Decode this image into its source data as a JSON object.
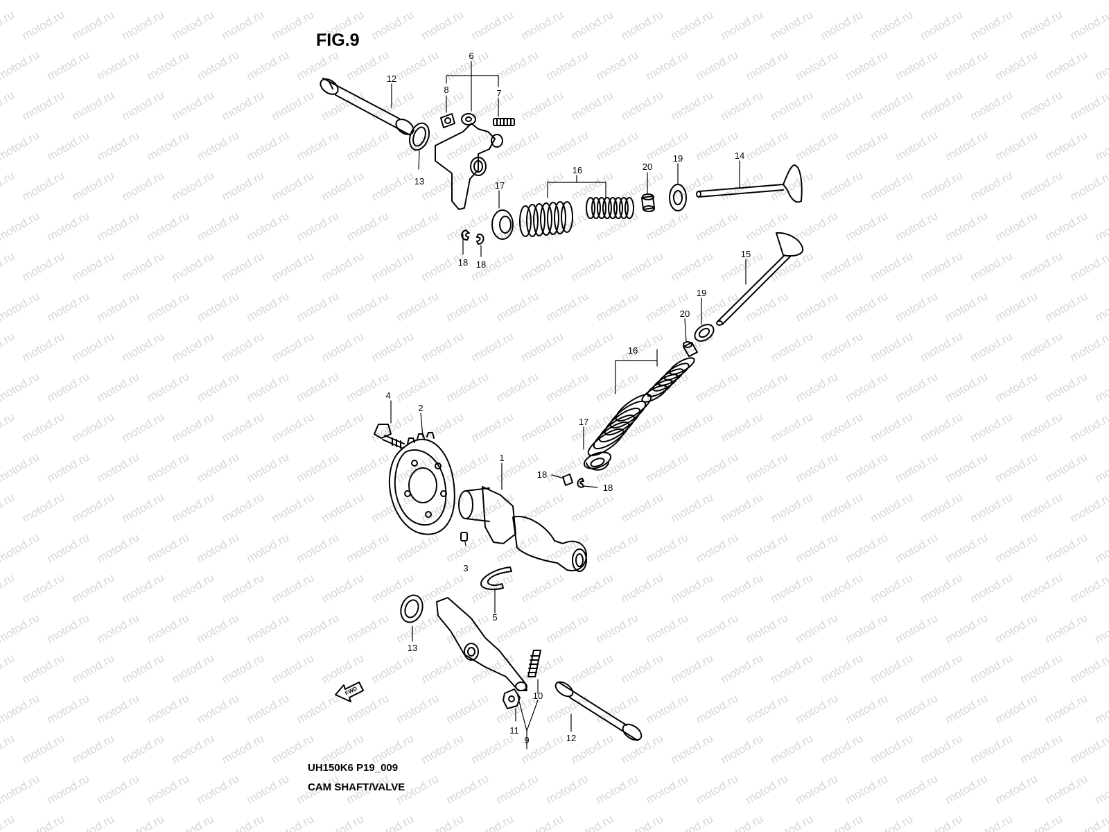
{
  "figure": {
    "title": "FIG.9",
    "code": "UH150K6 P19_009",
    "section": "CAM SHAFT/VALVE",
    "watermark": "motod.ru",
    "fwd_label": "FWD"
  },
  "callouts": [
    "1",
    "2",
    "3",
    "4",
    "5",
    "6",
    "7",
    "8",
    "9",
    "10",
    "11",
    "12",
    "13",
    "14",
    "15",
    "16",
    "17",
    "18",
    "19",
    "20"
  ],
  "colors": {
    "line": "#000000",
    "watermark": "#d6d6d6",
    "background": "#ffffff"
  }
}
